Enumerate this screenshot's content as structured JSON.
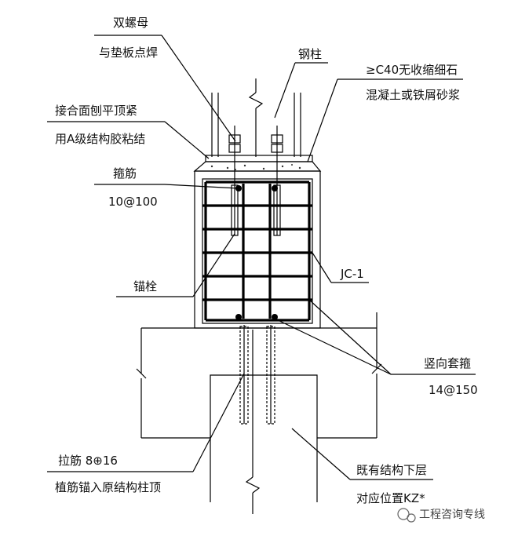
{
  "labels": {
    "double_nut_1": "双螺母",
    "double_nut_2": "与垫板点焊",
    "steel_column": "钢柱",
    "grout_1": "≥C40无收缩细石",
    "grout_2": "混凝土或铁屑砂浆",
    "joint_1": "接合面刨平顶紧",
    "joint_2": "用A级结构胶粘结",
    "anchor_bar": "箍筋",
    "anchor_bar_spec": "10@100",
    "anchor_bolt": "锚栓",
    "jc": "JC-1",
    "vertical_stirrup": "竖向套箍",
    "vertical_stirrup_spec": "14@150",
    "tie_bar": "拉筋 8⊕16",
    "tie_bar_2": "植筋锚入原结构柱顶",
    "existing_1": "既有结构下层",
    "existing_2": "对应位置KZ*"
  },
  "watermark": "工程咨询专线"
}
